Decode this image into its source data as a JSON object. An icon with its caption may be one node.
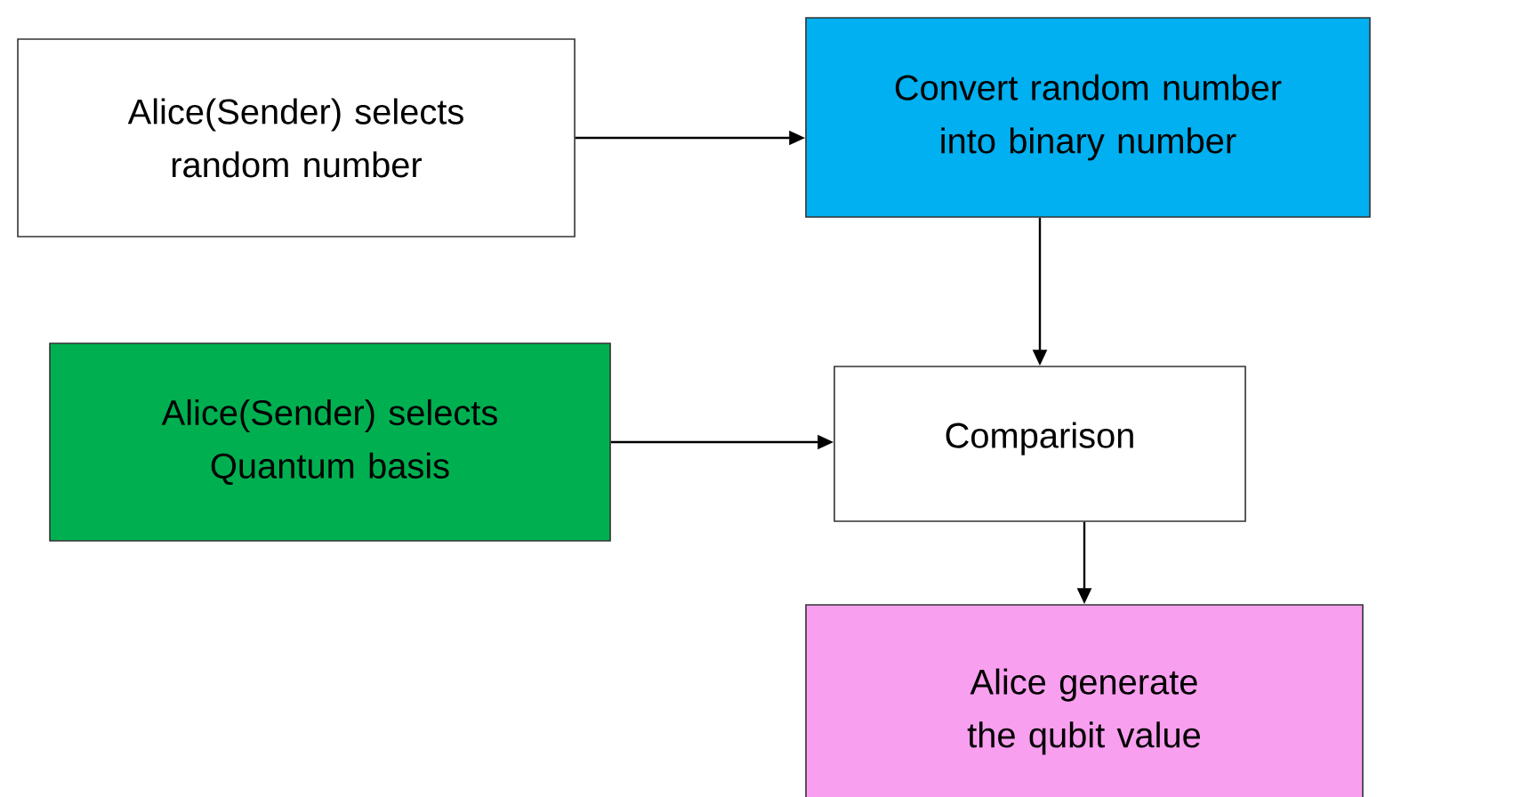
{
  "diagram": {
    "nodes": [
      {
        "text": [
          "Alice(Sender) selects random number"
        ]
      },
      {
        "text": [
          "Convert random number into binary number"
        ]
      },
      {
        "text": [
          "Alice(Sender) selects Quantum basis"
        ]
      },
      {
        "text": [
          "Comparison"
        ]
      },
      {
        "text": [
          "Alice generate the qubit value"
        ]
      }
    ],
    "edges": [
      {
        "from": 0,
        "to": 1,
        "arrow": "to"
      },
      {
        "from": 1,
        "to": 3,
        "arrow": "to"
      },
      {
        "from": 2,
        "to": 3,
        "arrow": "to"
      },
      {
        "from": 3,
        "to": 4,
        "arrow": "to"
      }
    ]
  }
}
